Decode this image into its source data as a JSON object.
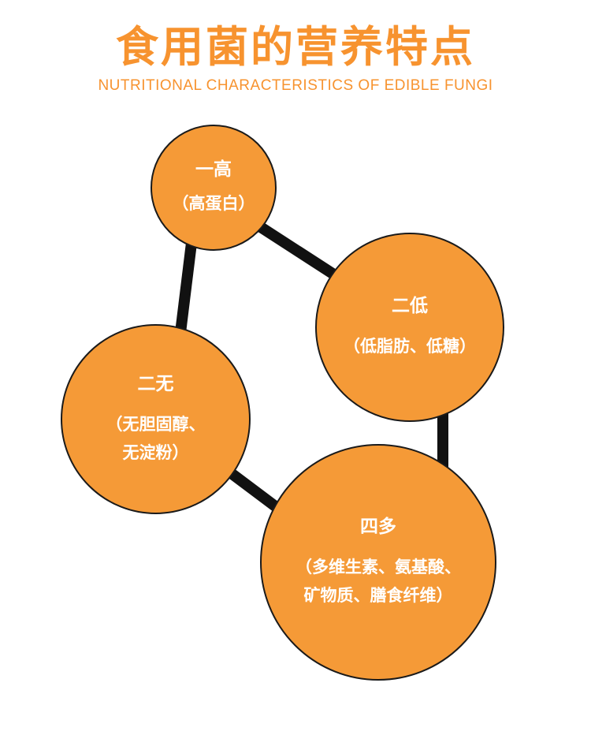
{
  "title": "食用菌的营养特点",
  "subtitle": "NUTRITIONAL CHARACTERISTICS OF EDIBLE FUNGI",
  "colors": {
    "accent": "#f7932f",
    "node_fill": "#f59a37",
    "connector": "#111111"
  },
  "nodes": [
    {
      "head": "一高",
      "lines": [
        "（高蛋白）"
      ]
    },
    {
      "head": "二低",
      "lines": [
        "（低脂肪、低糖）"
      ]
    },
    {
      "head": "二无",
      "lines": [
        "（无胆固醇、",
        "无淀粉）"
      ]
    },
    {
      "head": "四多",
      "lines": [
        "（多维生素、氨基酸、",
        "矿物质、膳食纤维）"
      ]
    }
  ]
}
